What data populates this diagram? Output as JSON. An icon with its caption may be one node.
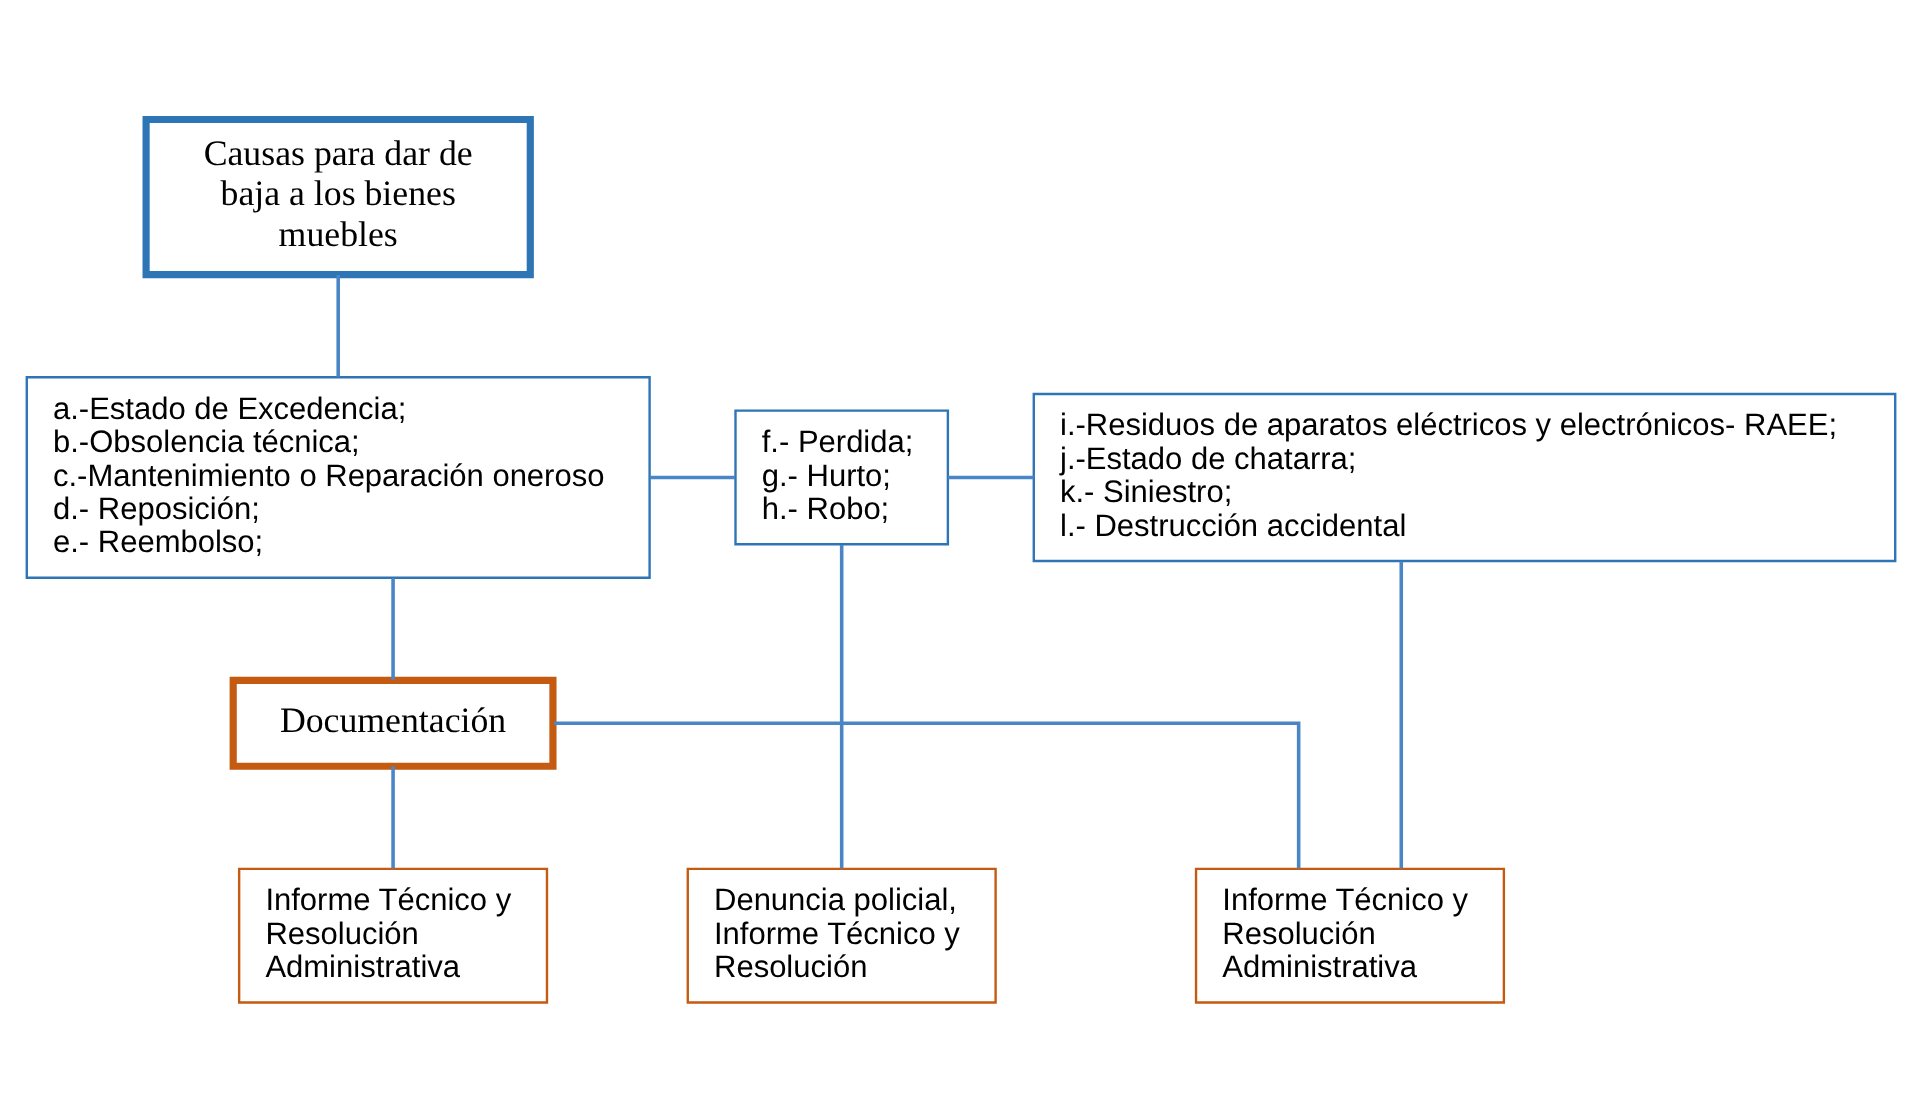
{
  "diagram": {
    "nodes": [
      {
        "text": [
          "Causas para dar de baja a los bienes muebles"
        ]
      },
      {
        "text": [
          "a.-Estado de Excedencia;",
          "b.-Obsolencia técnica;",
          "c.-Mantenimiento o Reparación oneroso",
          "d.- Reposición;",
          "e.- Reembolso;"
        ]
      },
      {
        "text": [
          "f.- Perdida;",
          "g.- Hurto;",
          "h.- Robo;"
        ]
      },
      {
        "text": [
          "i.-Residuos de aparatos eléctricos y electrónicos- RAEE;",
          "j.-Estado de chatarra;",
          "k.- Siniestro;",
          "l.- Destrucción accidental"
        ]
      },
      {
        "text": [
          "Documentación"
        ]
      },
      {
        "text": [
          "Informe Técnico y Resolución Administrativa"
        ]
      },
      {
        "text": [
          "Denuncia policial, Informe Técnico y Resolución"
        ]
      },
      {
        "text": [
          "Informe Técnico y Resolución Administrativa"
        ]
      }
    ],
    "edges": [
      {
        "from": 0,
        "to": 1,
        "arrow": "none"
      },
      {
        "from": 1,
        "to": 2,
        "arrow": "none"
      },
      {
        "from": 2,
        "to": 3,
        "arrow": "none"
      },
      {
        "from": 1,
        "to": 4,
        "arrow": "none"
      },
      {
        "from": 4,
        "to": 5,
        "arrow": "none"
      },
      {
        "from": 2,
        "to": 6,
        "arrow": "none"
      },
      {
        "from": 3,
        "to": 7,
        "arrow": "none"
      },
      {
        "from": 4,
        "to": 7,
        "arrow": "none"
      }
    ]
  }
}
